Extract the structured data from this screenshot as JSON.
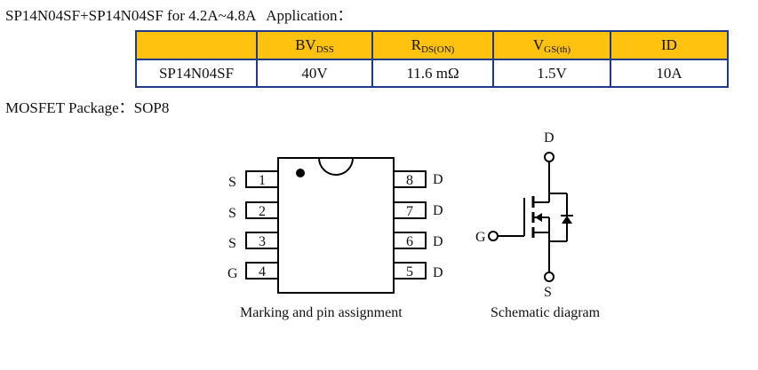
{
  "heading": {
    "part_combo": "SP14N04SF+SP14N04SF for 4.2A~4.8A",
    "application_label": "Application："
  },
  "spec_table": {
    "header_color": "#ffc20e",
    "border_color": "#1f3a8a",
    "headers": [
      {
        "main": "",
        "sub": ""
      },
      {
        "main": "BV",
        "sub": "DSS"
      },
      {
        "main": "R",
        "sub": "DS(ON)"
      },
      {
        "main": "V",
        "sub": "GS(th)"
      },
      {
        "main": "ID",
        "sub": ""
      }
    ],
    "rows": [
      [
        "SP14N04SF",
        "40V",
        "11.6 mΩ",
        "1.5V",
        "10A"
      ]
    ]
  },
  "package": {
    "label": "MOSFET Package：",
    "value": "SOP8"
  },
  "pinout": {
    "caption": "Marking and pin assignment",
    "left_pins": [
      {
        "num": "1",
        "name": "S"
      },
      {
        "num": "2",
        "name": "S"
      },
      {
        "num": "3",
        "name": "S"
      },
      {
        "num": "4",
        "name": "G"
      }
    ],
    "right_pins": [
      {
        "num": "8",
        "name": "D"
      },
      {
        "num": "7",
        "name": "D"
      },
      {
        "num": "6",
        "name": "D"
      },
      {
        "num": "5",
        "name": "D"
      }
    ]
  },
  "schematic": {
    "caption": "Schematic diagram",
    "drain_label": "D",
    "gate_label": "G",
    "source_label": "S"
  }
}
